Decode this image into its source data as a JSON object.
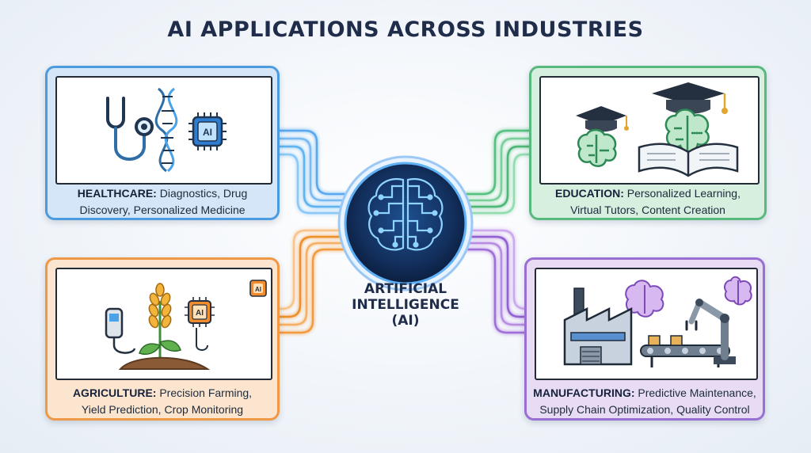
{
  "title": "AI APPLICATIONS ACROSS INDUSTRIES",
  "hub": {
    "label_line1": "ARTIFICIAL",
    "label_line2": "INTELLIGENCE",
    "label_line3": "(AI)"
  },
  "cards": {
    "healthcare": {
      "heading": "HEALTHCARE:",
      "line1_rest": "Diagnostics, Drug",
      "line2": "Discovery, Personalized Medicine",
      "chip_text": "AI",
      "color": "#4a9be0"
    },
    "education": {
      "heading": "EDUCATION:",
      "line1_rest": "Personalized Learning,",
      "line2": "Virtual Tutors, Content Creation",
      "color": "#58b97f"
    },
    "agriculture": {
      "heading": "AGRICULTURE:",
      "line1_rest": "Precision Farming,",
      "line2": "Yield Prediction, Crop Monitoring",
      "chip_text": "AI",
      "color": "#ef9845"
    },
    "manufacturing": {
      "heading": "MANUFACTURING:",
      "line1_rest": "Predictive Maintenance,",
      "line2": "Supply Chain Optimization, Quality Control",
      "color": "#9a6fd2"
    }
  },
  "icons": {
    "healthcare": [
      "stethoscope-icon",
      "dna-helix-icon",
      "ai-chip-icon"
    ],
    "education": [
      "graduation-cap-icon",
      "brain-icon",
      "open-book-icon"
    ],
    "agriculture": [
      "soil-sensor-icon",
      "wheat-plant-icon",
      "ai-chip-icon"
    ],
    "manufacturing": [
      "factory-icon",
      "robotic-arm-icon",
      "conveyor-belt-icon",
      "brain-icon"
    ],
    "hub": "circuit-brain-icon"
  }
}
